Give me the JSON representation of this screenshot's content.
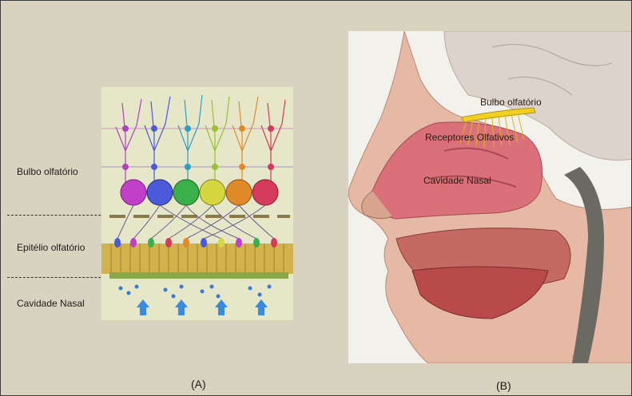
{
  "panel_a": {
    "labels": {
      "bulbo": "Bulbo olfatório",
      "epitelio": "Epitélio olfatório",
      "cavidade": "Cavidade Nasal"
    },
    "caption": "(A)",
    "glomerulus_colors": [
      "#c040c8",
      "#4a5ad8",
      "#3ab04a",
      "#d6d640",
      "#e08a2a",
      "#d63a5a"
    ]
  },
  "panel_b": {
    "labels": {
      "bulbo": "Bulbo olfatório",
      "receptores": "Receptores Olfativos",
      "cavidade": "Cavidade Nasal"
    },
    "caption": "(B)"
  }
}
